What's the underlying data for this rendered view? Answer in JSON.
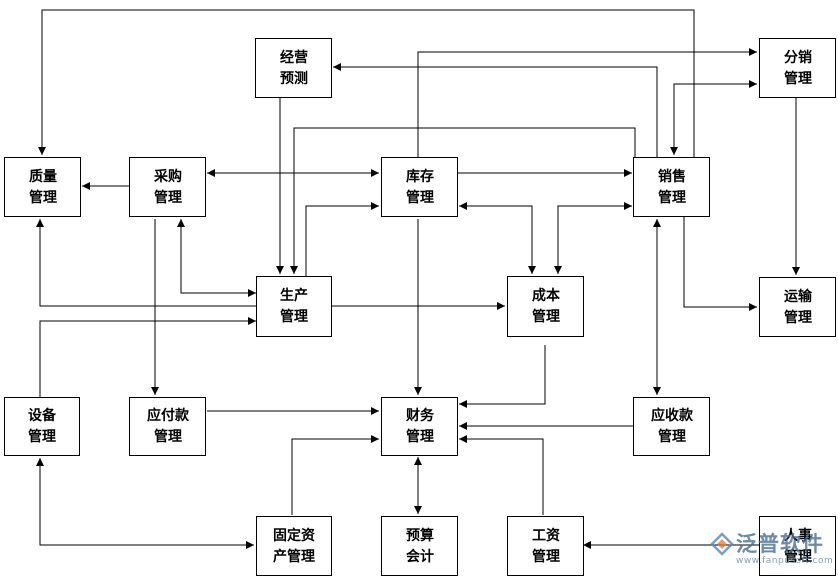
{
  "boxes": {
    "jingying": {
      "line1": "经营",
      "line2": "预测"
    },
    "fenxiao": {
      "line1": "分销",
      "line2": "管理"
    },
    "zhiliang": {
      "line1": "质量",
      "line2": "管理"
    },
    "caigou": {
      "line1": "采购",
      "line2": "管理"
    },
    "kucun": {
      "line1": "库存",
      "line2": "管理"
    },
    "xiaoshou": {
      "line1": "销售",
      "line2": "管理"
    },
    "shengchan": {
      "line1": "生产",
      "line2": "管理"
    },
    "chengben": {
      "line1": "成本",
      "line2": "管理"
    },
    "yunshu": {
      "line1": "运输",
      "line2": "管理"
    },
    "shebei": {
      "line1": "设备",
      "line2": "管理"
    },
    "yingfu": {
      "line1": "应付款",
      "line2": "管理"
    },
    "caiwu": {
      "line1": "财务",
      "line2": "管理"
    },
    "yingshou": {
      "line1": "应收款",
      "line2": "管理"
    },
    "guding": {
      "line1": "固定资",
      "line2": "产管理"
    },
    "yusuan": {
      "line1": "预算",
      "line2": "会计"
    },
    "gongzi": {
      "line1": "工资",
      "line2": "管理"
    },
    "renshi": {
      "line1": "人事",
      "line2": "管理"
    }
  },
  "watermark": {
    "brand": "泛普软件",
    "url": "www.fanpusoft.com"
  },
  "colors": {
    "line": "#000000",
    "box_border": "#000000",
    "box_fill": "#ffffff",
    "watermark": "#4a6e94"
  }
}
